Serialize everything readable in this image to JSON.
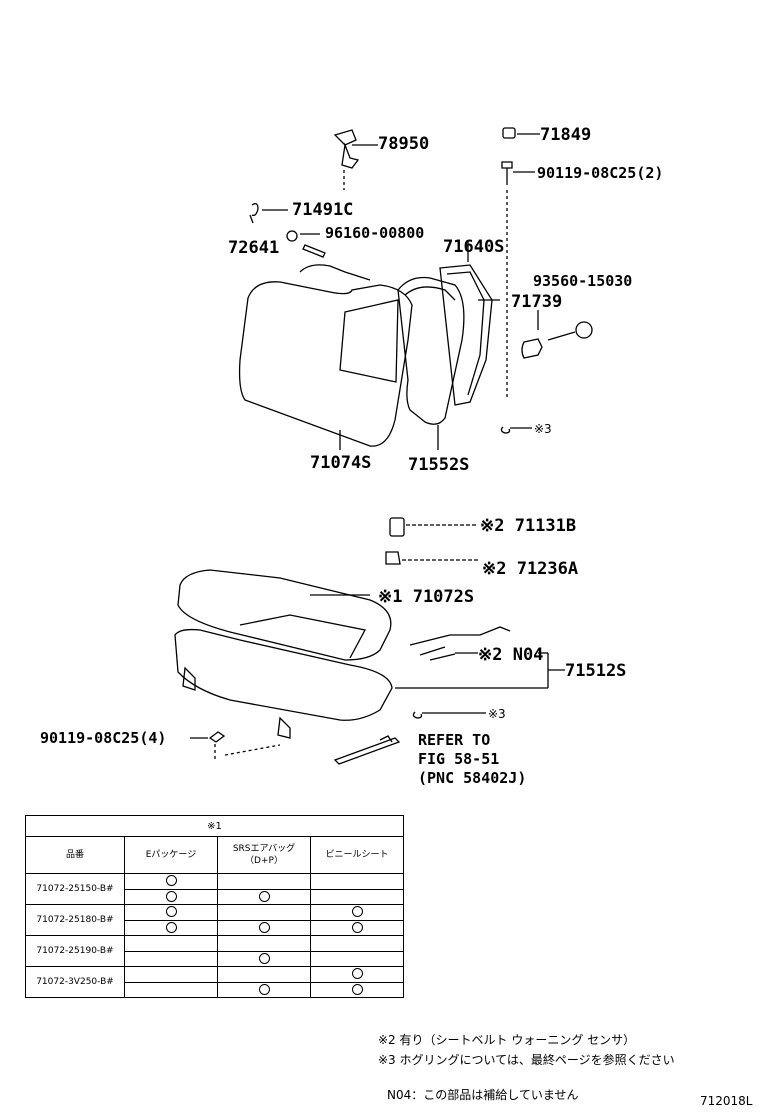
{
  "callouts": {
    "p78950": "78950",
    "p71849": "71849",
    "p90119_top": "90119-08C25(2)",
    "p71491C": "71491C",
    "p96160": "96160-00800",
    "p72641": "72641",
    "p71640S": "71640S",
    "p93560": "93560-15030",
    "p71739": "71739",
    "p71074S": "71074S",
    "p71552S": "71552S",
    "mark3_top": "※3",
    "p71131B": "※2 71131B",
    "p71236A": "※2 71236A",
    "p71072S": "※1 71072S",
    "pN04": "※2 N04",
    "p71512S": "71512S",
    "mark3_bottom": "※3",
    "p90119_bottom": "90119-08C25(4)",
    "refer1": "REFER TO",
    "refer2": "FIG 58-51",
    "refer3": "(PNC 58402J)"
  },
  "table": {
    "title": "※1",
    "col_part": "品番",
    "col1": "Eパッケージ",
    "col2a": "SRSエアバッグ",
    "col2b": "（D+P）",
    "col3": "ビニールシート",
    "rows": [
      {
        "part": "71072-25150-B#",
        "lines": [
          [
            true,
            false,
            false
          ],
          [
            true,
            true,
            false
          ]
        ]
      },
      {
        "part": "71072-25180-B#",
        "lines": [
          [
            true,
            false,
            true
          ],
          [
            true,
            true,
            true
          ]
        ]
      },
      {
        "part": "71072-25190-B#",
        "lines": [
          [
            false,
            false,
            false
          ],
          [
            false,
            true,
            false
          ]
        ]
      },
      {
        "part": "71072-3V250-B#",
        "lines": [
          [
            false,
            false,
            true
          ],
          [
            false,
            true,
            true
          ]
        ]
      }
    ]
  },
  "notes": {
    "note2": "※2  有り（シートベルト  ウォーニング  センサ）",
    "note3": "※3  ホグリングについては、最終ページを参照ください",
    "n04": "N04：この部品は補給していません",
    "code": "712018L"
  }
}
